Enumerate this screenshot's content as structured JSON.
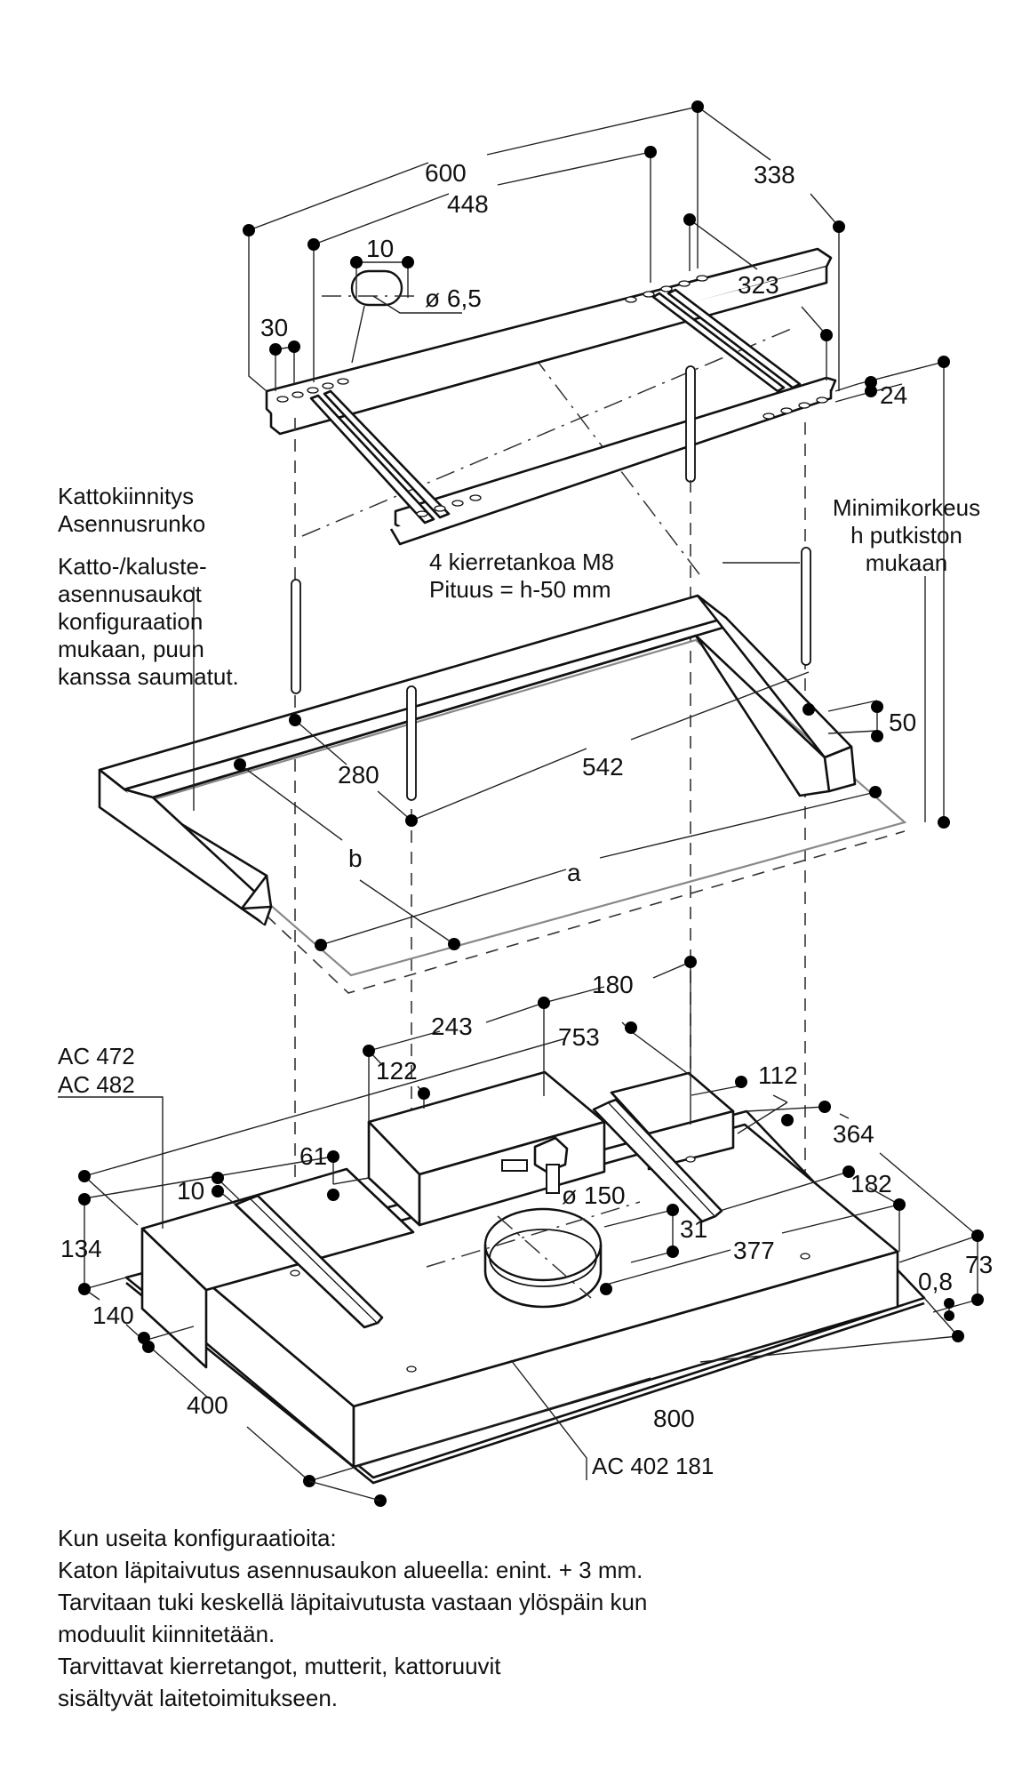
{
  "labels": {
    "ceiling_mount": [
      "Kattokiinnitys",
      "Asennusrunko"
    ],
    "cutout_note": [
      "Katto-/kaluste-",
      "asennusaukot",
      "konfiguraation",
      "mukaan, puun",
      "kanssa saumatut."
    ],
    "threaded_rods": [
      "4 kierretankoa M8",
      "Pituus = h-50 mm"
    ],
    "min_height": [
      "Minimikorkeus",
      "h putkiston",
      "mukaan"
    ],
    "model_left": [
      "AC 472",
      "AC 482"
    ],
    "model_bottom": "AC 402 181"
  },
  "dimensions": {
    "frame": {
      "width_outer": "600",
      "width_inner": "448",
      "depth_outer": "338",
      "depth_inner": "323",
      "slot_length": "10",
      "slot_diameter": "ø 6,5",
      "edge_offset": "30",
      "height": "24"
    },
    "cutout": {
      "wood_thickness": "50",
      "rod_offset": "280",
      "rod_spacing": "542",
      "depth": "b",
      "width": "a"
    },
    "module": {
      "offset_180": "180",
      "offset_243": "243",
      "length_753": "753",
      "offset_122": "122",
      "offset_112": "112",
      "depth_364": "364",
      "height_61": "61",
      "offset_182": "182",
      "duct_diameter": "ø 150",
      "gap_10": "10",
      "height_134": "134",
      "collar_31": "31",
      "offset_377": "377",
      "height_73": "73",
      "panel_0_8": "0,8",
      "width_140": "140",
      "depth_400": "400",
      "width_800": "800"
    }
  },
  "notes": [
    "Kun useita konfiguraatioita:",
    "Katon läpitaivutus asennusaukon alueella: enint. + 3 mm.",
    "Tarvitaan tuki keskellä läpitaivutusta vastaan ylöspäin kun",
    "moduulit kiinnitetään.",
    "Tarvittavat kierretangot, mutterit, kattoruuvit",
    "sisältyvät laitetoimitukseen."
  ]
}
